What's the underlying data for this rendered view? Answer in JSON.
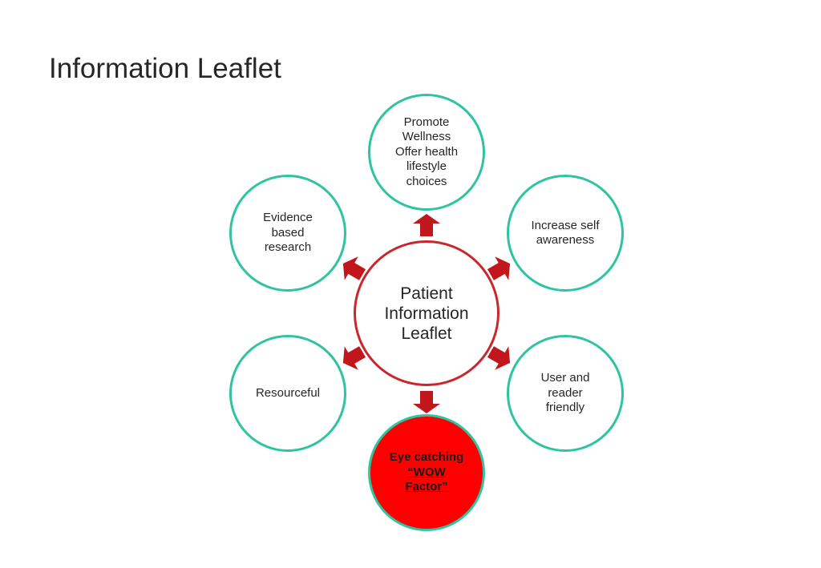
{
  "slide": {
    "title": "Information Leaflet"
  },
  "diagram": {
    "center": {
      "lines": [
        "Patient",
        "Information",
        "Leaflet"
      ]
    },
    "nodes": {
      "wellness": {
        "lines": [
          "Promote",
          "Wellness",
          "Offer health",
          "lifestyle",
          "choices"
        ]
      },
      "awareness": {
        "lines": [
          "Increase self",
          "awareness"
        ]
      },
      "friendly": {
        "lines": [
          "User and",
          "reader",
          "friendly"
        ]
      },
      "wow": {
        "lines": [
          "Eye catching",
          "“WOW",
          "Factor”"
        ]
      },
      "resource": {
        "lines": [
          "Resourceful"
        ]
      },
      "evidence": {
        "lines": [
          "Evidence",
          "based",
          "research"
        ]
      }
    },
    "colors": {
      "outer_border": "#2ec4a0",
      "center_border": "#c9272b",
      "arrow_fill": "#c0161c",
      "highlight_fill": "#ff0000"
    }
  }
}
